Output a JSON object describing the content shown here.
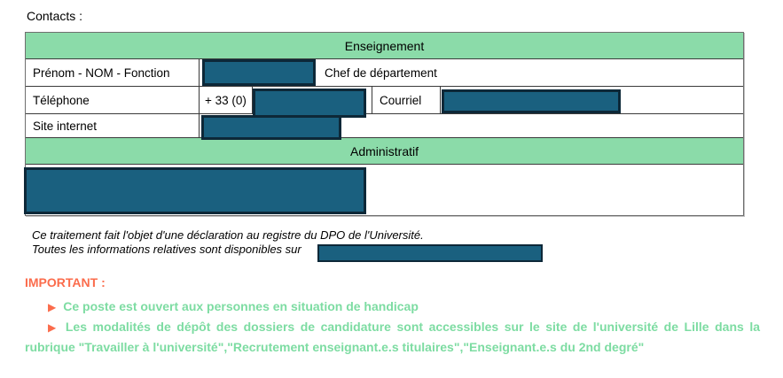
{
  "page": {
    "heading": "Contacts :"
  },
  "table": {
    "sections": {
      "enseignement": "Enseignement",
      "administratif": "Administratif"
    },
    "labels": {
      "name": "Prénom - NOM - Fonction",
      "phone": "Téléphone",
      "email": "Courriel",
      "website": "Site internet"
    },
    "values": {
      "name_function": "Chef de département",
      "phone_prefix": "+ 33 (0)"
    }
  },
  "dpo_note": {
    "line1": "Ce traitement fait l'objet d'une déclaration au registre du DPO de l'Université.",
    "line2_prefix": "Toutes les informations relatives sont disponibles sur"
  },
  "important": {
    "title": "IMPORTANT :",
    "bullet_icon": "▶",
    "items": [
      "Ce poste est ouvert aux personnes en situation de handicap",
      "Les modalités de dépôt des dossiers de candidature sont accessibles sur le site de l'université de Lille dans la rubrique \"Travailler à l'université\",\"Recrutement enseignant.e.s titulaires\",\"Enseignant.e.s du 2nd degré\""
    ]
  },
  "colors": {
    "section_header_green": "#8bdba9",
    "important_text_green": "#7ddca2",
    "accent_orange": "#fb6c4c",
    "redaction_fill": "#1a607f",
    "redaction_border": "#0d2838"
  }
}
